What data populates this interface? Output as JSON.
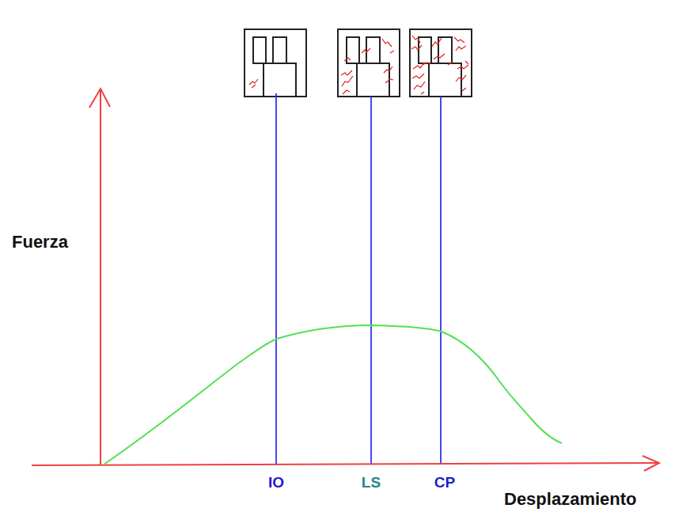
{
  "diagram": {
    "labels": [
      "Fuerza",
      "Desplazamiento",
      "IO",
      "LS",
      "CP"
    ]
  }
}
